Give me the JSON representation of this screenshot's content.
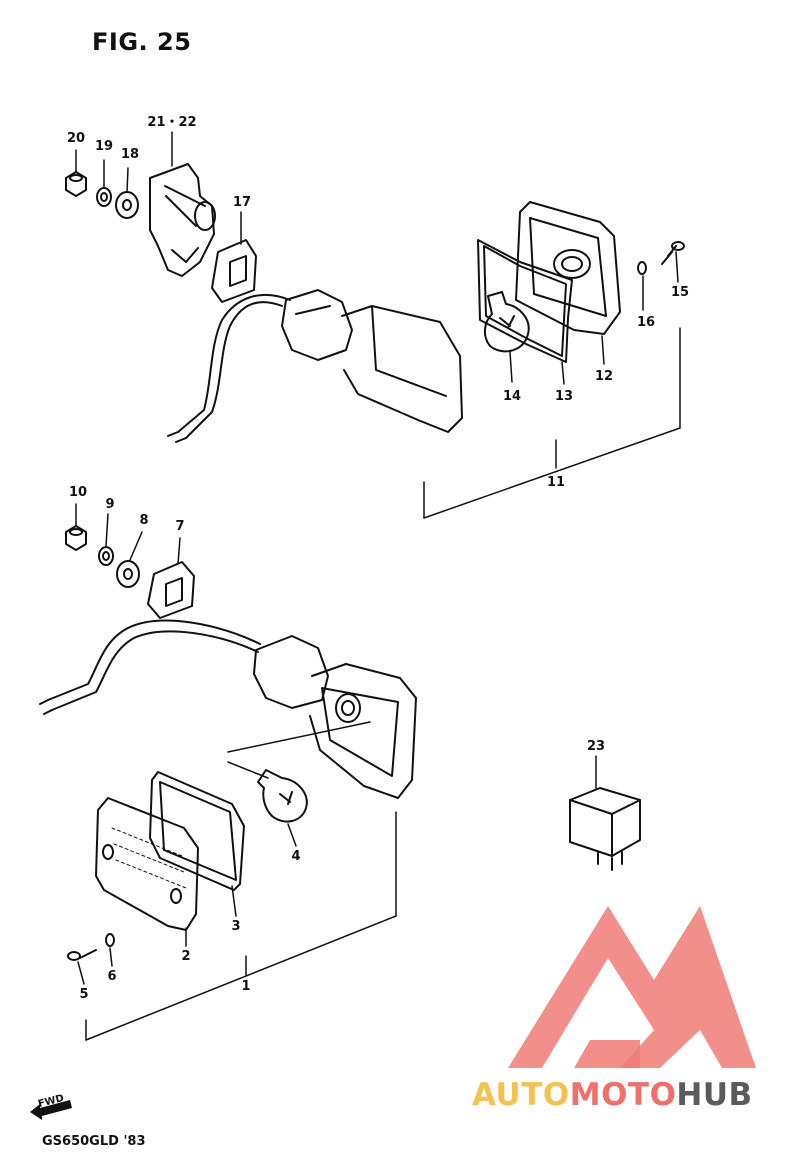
{
  "figure": {
    "title": "FIG. 25",
    "model_code": "GS650GLD '83",
    "forward_label": "FWD"
  },
  "callouts": [
    {
      "id": "c1",
      "label": "1"
    },
    {
      "id": "c2",
      "label": "2"
    },
    {
      "id": "c3",
      "label": "3"
    },
    {
      "id": "c4",
      "label": "4"
    },
    {
      "id": "c5",
      "label": "5"
    },
    {
      "id": "c6",
      "label": "6"
    },
    {
      "id": "c7",
      "label": "7"
    },
    {
      "id": "c8",
      "label": "8"
    },
    {
      "id": "c9",
      "label": "9"
    },
    {
      "id": "c10",
      "label": "10"
    },
    {
      "id": "c11",
      "label": "11"
    },
    {
      "id": "c12",
      "label": "12"
    },
    {
      "id": "c13",
      "label": "13"
    },
    {
      "id": "c14",
      "label": "14"
    },
    {
      "id": "c15",
      "label": "15"
    },
    {
      "id": "c16",
      "label": "16"
    },
    {
      "id": "c17",
      "label": "17"
    },
    {
      "id": "c18",
      "label": "18"
    },
    {
      "id": "c19",
      "label": "19"
    },
    {
      "id": "c20",
      "label": "20"
    },
    {
      "id": "c2122",
      "label": "21・22"
    },
    {
      "id": "c23",
      "label": "23"
    }
  ],
  "watermark": {
    "part1": "AUTO",
    "part2": "MOTO",
    "part3": "HUB",
    "colors": {
      "yellow": "#f4c24e",
      "red": "#ef6f6a",
      "gray": "#5b5b5b"
    }
  }
}
